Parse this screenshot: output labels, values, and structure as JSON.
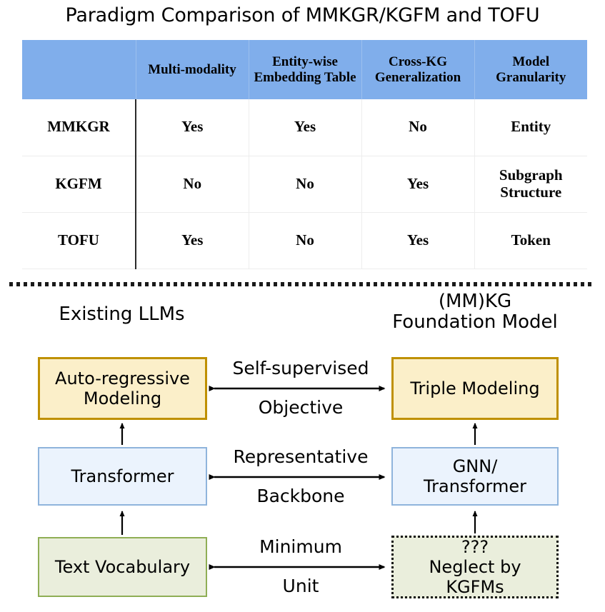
{
  "figure": {
    "title": "Paradigm Comparison of MMKGR/KGFM and TOFU"
  },
  "table": {
    "header_bg": "#80AEEB",
    "columns": [
      "",
      "Multi-modality",
      "Entity-wise\nEmbedding\nTable",
      "Cross-KG\nGeneralization",
      "Model\nGranularity"
    ],
    "rows": [
      {
        "name": "MMKGR",
        "cells": [
          "Yes",
          "Yes",
          "No",
          "Entity"
        ]
      },
      {
        "name": "KGFM",
        "cells": [
          "No",
          "No",
          "Yes",
          "Subgraph\nStructure"
        ]
      },
      {
        "name": "TOFU",
        "cells": [
          "Yes",
          "No",
          "Yes",
          "Token"
        ]
      }
    ]
  },
  "diagram": {
    "left_column_label": "Existing LLMs",
    "right_column_label": "(MM)KG\nFoundation Model",
    "left_nodes": [
      {
        "id": "auto",
        "label": "Auto-regressive\nModeling",
        "color": "#FBEFC9",
        "border": "#BF9000"
      },
      {
        "id": "trans",
        "label": "Transformer",
        "color": "#EBF3FD",
        "border": "#8FB4DC"
      },
      {
        "id": "vocab",
        "label": "Text Vocabulary",
        "color": "#EAEEDC",
        "border": "#8FAE55"
      }
    ],
    "right_nodes": [
      {
        "id": "triple",
        "label": "Triple Modeling",
        "color": "#FBEFC9",
        "border": "#BF9000"
      },
      {
        "id": "gnn",
        "label": "GNN/\nTransformer",
        "color": "#EBF3FD",
        "border": "#8FB4DC"
      },
      {
        "id": "unk",
        "label": "???\nNeglect by KGFMs",
        "color": "#EAEEDC",
        "border": "#111111"
      }
    ],
    "edge_labels": [
      {
        "top": "Self-supervised",
        "bottom": "Objective"
      },
      {
        "top": "Representative",
        "bottom": "Backbone"
      },
      {
        "top": "Minimum",
        "bottom": "Unit"
      }
    ]
  }
}
